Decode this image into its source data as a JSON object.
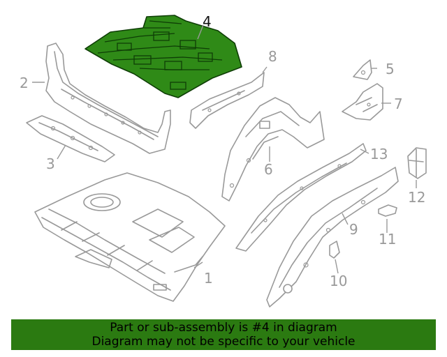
{
  "callouts": {
    "c1": "1",
    "c2": "2",
    "c3": "3",
    "c4": "4",
    "c5": "5",
    "c6": "6",
    "c7": "7",
    "c8": "8",
    "c9": "9",
    "c10": "10",
    "c11": "11",
    "c12": "12",
    "c13": "13"
  },
  "highlight": {
    "part": "4",
    "color": "#2f8a17"
  },
  "banner": {
    "line1": "Part or sub-assembly is #4 in diagram",
    "line2": "Diagram may not be specific to your vehicle",
    "color": "#2b7a11"
  }
}
